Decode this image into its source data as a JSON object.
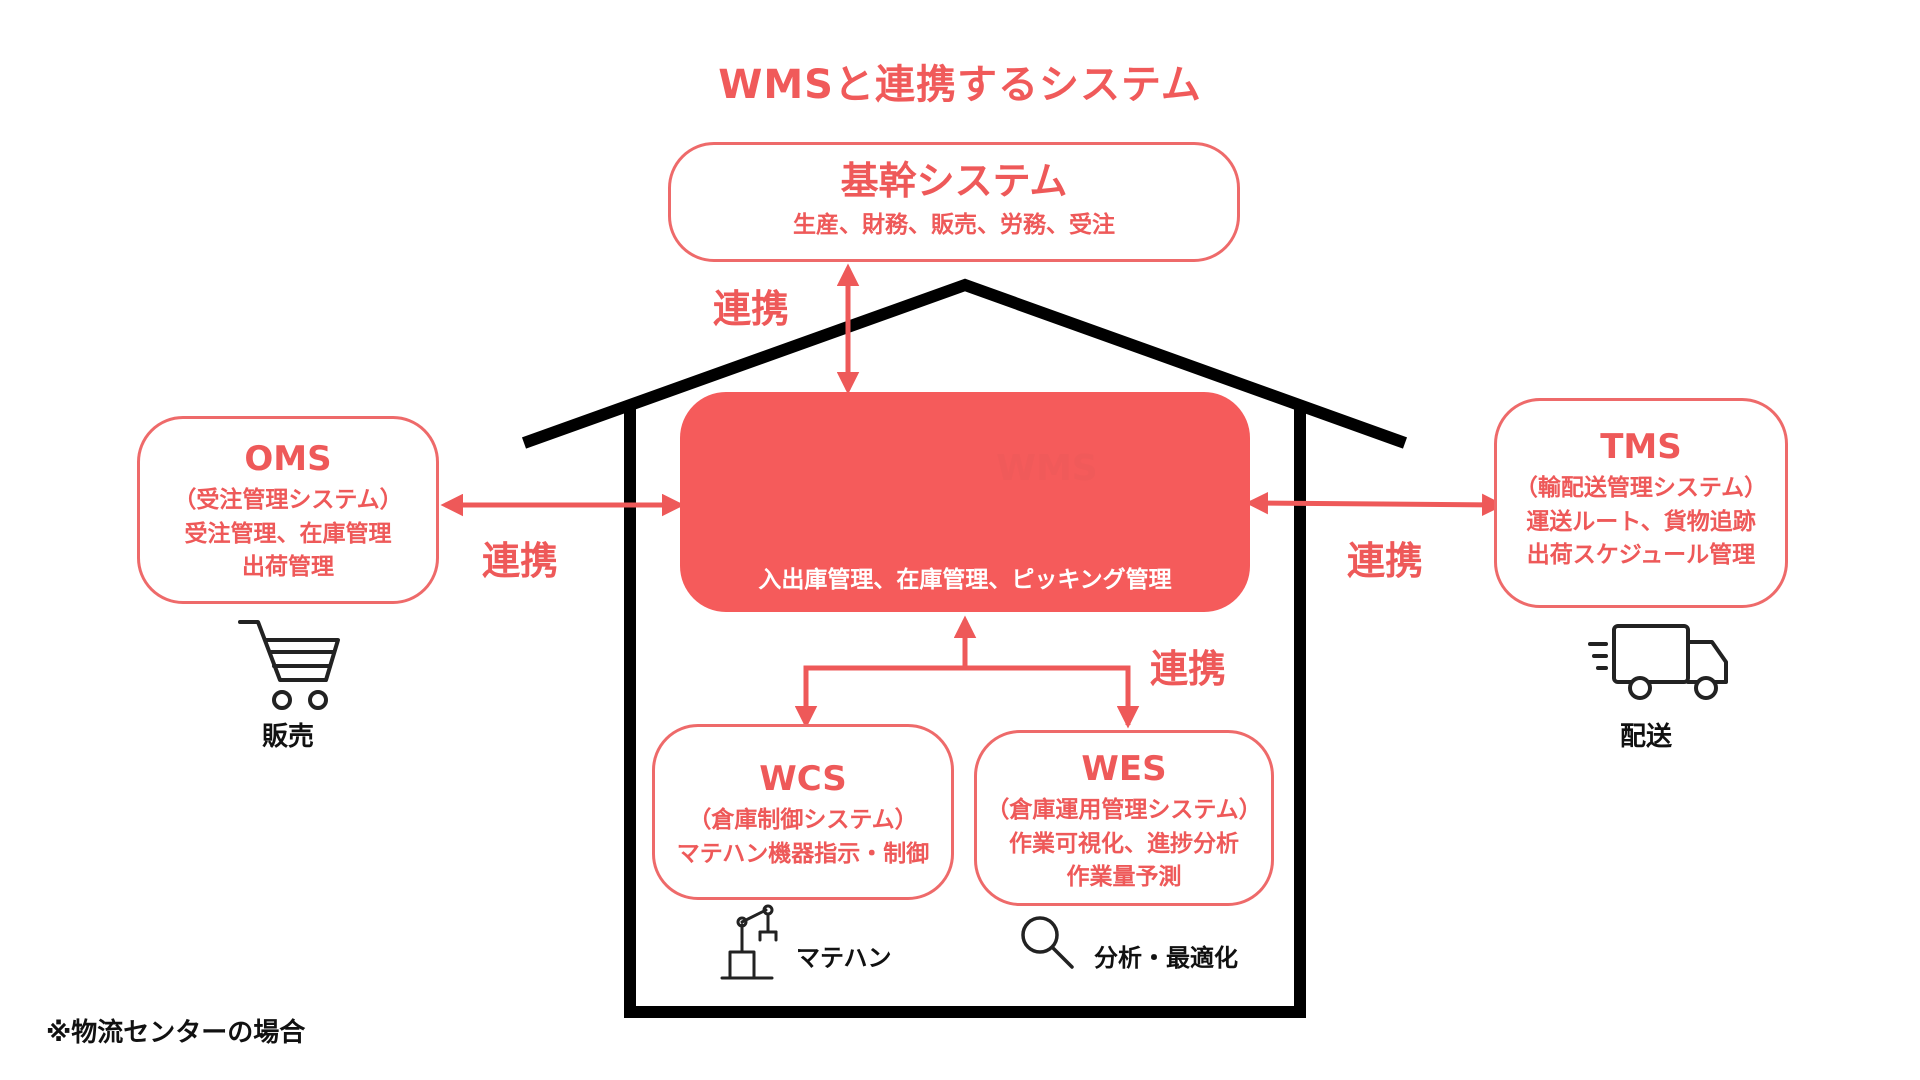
{
  "title": "WMSと連携するシステム",
  "link_label": "連携",
  "erp": {
    "name": "基幹システム",
    "desc": "生産、財務、販売、労務、受注"
  },
  "wms": {
    "name": "WMS",
    "desc": "入出庫管理、在庫管理、ピッキング管理"
  },
  "oms": {
    "name": "OMS",
    "lines": [
      "（受注管理システム）",
      "受注管理、在庫管理",
      "出荷管理"
    ],
    "icon_label": "販売"
  },
  "tms": {
    "name": "TMS",
    "lines": [
      "（輸配送管理システム）",
      "運送ルート、貨物追跡",
      "出荷スケジュール管理"
    ],
    "icon_label": "配送"
  },
  "wcs": {
    "name": "WCS",
    "lines": [
      "（倉庫制御システム）",
      "マテハン機器指示・制御"
    ],
    "icon_label": "マテハン"
  },
  "wes": {
    "name": "WES",
    "lines": [
      "（倉庫運用管理システム）",
      "作業可視化、進捗分析",
      "作業量予測"
    ],
    "icon_label": "分析・最適化"
  },
  "note": "※物流センターの場合",
  "colors": {
    "accent": "#f55b5b",
    "border": "#ee6a6a",
    "house": "#000000"
  },
  "icons": [
    "boxes-icon",
    "handheld-scanner-icon",
    "monitor-icon",
    "shopping-cart-icon",
    "truck-icon",
    "robot-arm-icon",
    "magnifier-icon"
  ]
}
